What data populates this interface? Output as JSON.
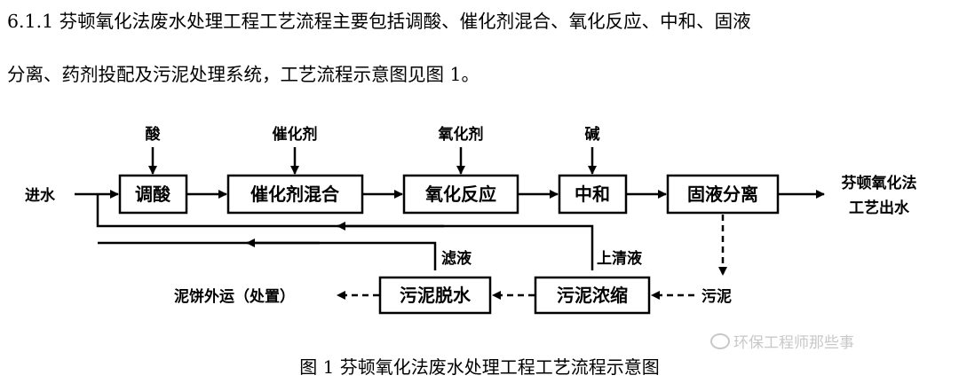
{
  "text": {
    "line1": "6.1.1 芬顿氧化法废水处理工程工艺流程主要包括调酸、催化剂混合、氧化反应、中和、固液",
    "line2": "分离、药剂投配及污泥处理系统，工艺流程示意图见图 1。"
  },
  "diagram": {
    "boxes": {
      "adjust_acid": "调酸",
      "catalyst_mix": "催化剂混合",
      "oxidation": "氧化反应",
      "neutralize": "中和",
      "separation": "固液分离",
      "sludge_thicken": "污泥浓缩",
      "sludge_dewater": "污泥脱水"
    },
    "labels": {
      "inlet": "进水",
      "acid": "酸",
      "catalyst": "催化剂",
      "oxidant": "氧化剂",
      "alkali": "碱",
      "outlet_line1": "芬顿氧化法",
      "outlet_line2": "工艺出水",
      "filtrate": "滤液",
      "supernatant": "上清液",
      "sludge": "污泥",
      "cake": "泥饼外运（处置）"
    }
  },
  "caption": "图 1  芬顿氧化法废水处理工程工艺流程示意图",
  "watermark": "环保工程师那些事"
}
